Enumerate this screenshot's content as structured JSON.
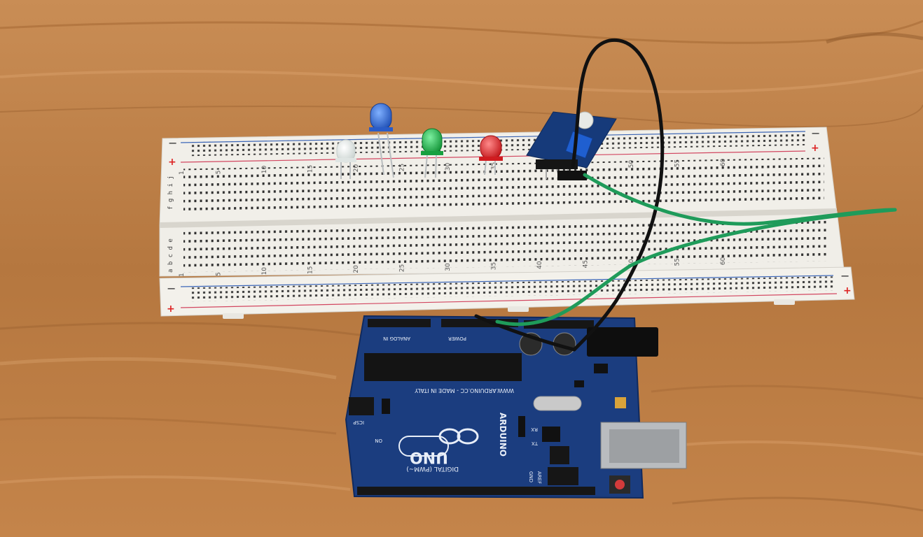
{
  "breadboard": {
    "rail_plus": "+",
    "rail_minus": "−",
    "column_numbers": [
      "1",
      "5",
      "10",
      "15",
      "20",
      "25",
      "30",
      "35",
      "40",
      "45",
      "50",
      "55",
      "60"
    ],
    "upper_row_letters": "f g h i j",
    "lower_row_letters": "a b c d e"
  },
  "leds": [
    {
      "name": "white",
      "color": "#eef2f0"
    },
    {
      "name": "blue",
      "color": "#2a66d8"
    },
    {
      "name": "green",
      "color": "#1fb34a"
    },
    {
      "name": "red",
      "color": "#e0262b"
    }
  ],
  "wires": [
    {
      "name": "black-wire",
      "color": "#111111"
    },
    {
      "name": "green-wire",
      "color": "#1f9b5a"
    }
  ],
  "arduino": {
    "brand": "ARDUINO",
    "model": "UNO",
    "made_in": "WWW.ARDUINO.CC - MADE IN ITALY",
    "digital_label": "DIGITAL (PWM~)",
    "analog_label": "ANALOG IN",
    "power_label": "POWER",
    "on_label": "ON",
    "tx_label": "TX",
    "rx_label": "RX",
    "icsp_label": "ICSP",
    "aref_label": "AREF",
    "gnd_label": "GND",
    "pcb_color": "#1a3a78"
  }
}
